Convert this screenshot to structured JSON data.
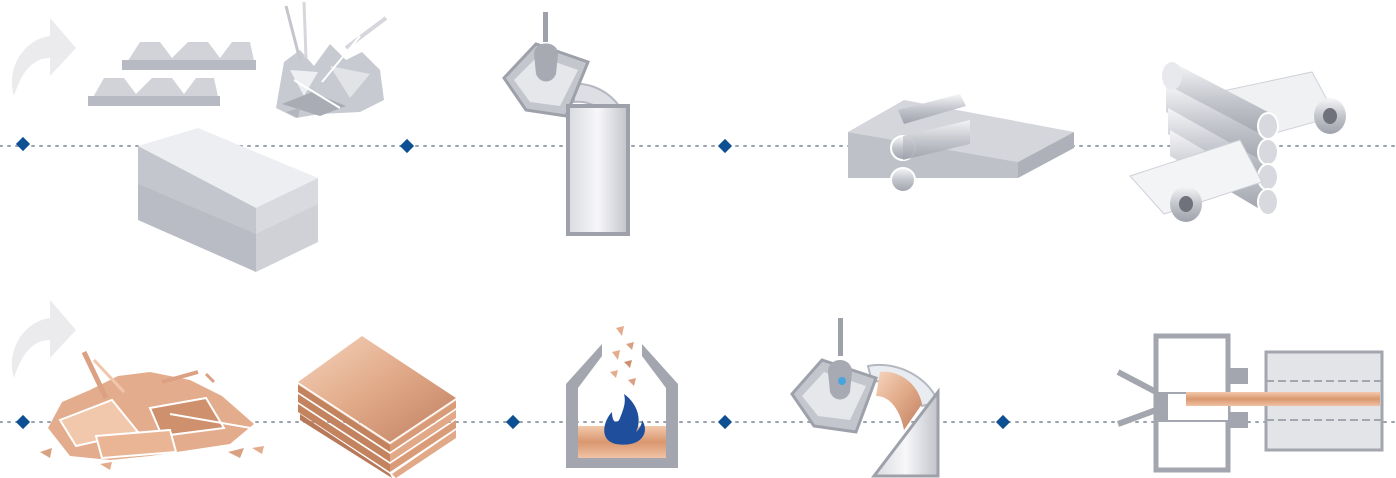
{
  "rows": [
    {
      "id": "aluminium-process",
      "material": "aluminium",
      "steps": [
        "recycle",
        "ingots-and-scrap",
        "slab",
        "melt-and-cast",
        "hot-rolling",
        "cold-rolling"
      ]
    },
    {
      "id": "copper-process",
      "material": "copper",
      "steps": [
        "recycle",
        "scrap",
        "cathode-plates",
        "furnace-melting",
        "casting",
        "continuous-casting"
      ]
    }
  ],
  "colors": {
    "dot_line": "#9aa3ad",
    "marker": "#0d4f93",
    "metal_light": "#e9eaee",
    "metal_mid": "#c9cbd2",
    "metal_dark": "#9a9ca6",
    "copper_light": "#f2c8ac",
    "copper_mid": "#d99a76",
    "copper_dark": "#b8785a",
    "flame": "#1f4e9c"
  }
}
